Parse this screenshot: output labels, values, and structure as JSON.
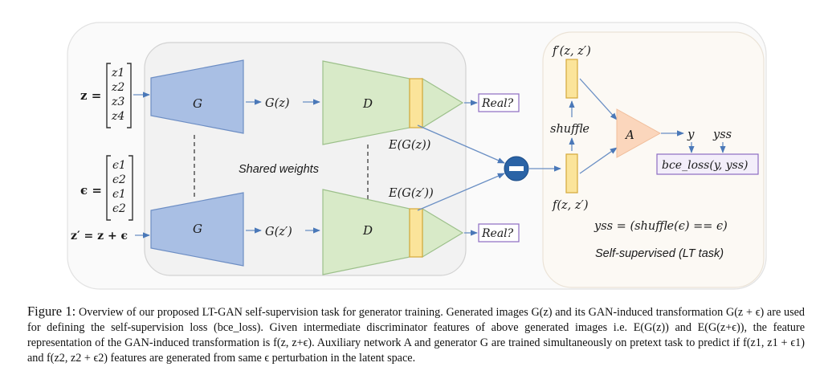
{
  "inputs": {
    "z_label": "z =",
    "z_entries": [
      "z1",
      "z2",
      "z3",
      "z4"
    ],
    "eps_label": "ϵ =",
    "eps_entries": [
      "ϵ1",
      "ϵ2",
      "ϵ1",
      "ϵ2"
    ],
    "zprime_label": "z′ = z + ϵ"
  },
  "gan": {
    "generator_label": "G",
    "discriminator_label": "D",
    "g_output_top": "G(z)",
    "g_output_bottom": "G(z′)",
    "real_top": "Real?",
    "real_bottom": "Real?",
    "feature_top": "E(G(z))",
    "feature_bottom": "E(G(z′))",
    "shared_weights": "Shared weights"
  },
  "ss": {
    "f_top": "f′(z, z′)",
    "shuffle": "shuffle",
    "f_bottom": "f(z, z′)",
    "aux_label": "A",
    "y_label": "y",
    "yss_label": "yss",
    "loss_label": "bce_loss(y, yss)",
    "yss_formula": "yss = (shuffle(ϵ) == ϵ)",
    "title": "Self-supervised (LT task)"
  },
  "caption": {
    "figure_label": "Figure 1:",
    "text": "Overview of our proposed LT-GAN self-supervision task for generator training. Generated images G(z) and its GAN-induced transformation G(z + ϵ) are used for defining the self-supervision loss (bce_loss). Given intermediate discriminator features of above generated images i.e. E(G(z)) and E(G(z+ϵ)), the feature representation of the GAN-induced transformation is f(z, z+ϵ). Auxiliary network A and generator G are trained simultaneously on pretext task to predict if f(z1, z1 + ϵ1) and f(z2, z2 + ϵ2) features are generated from same ϵ perturbation in the latent space."
  },
  "colors": {
    "generator_fill": "#a9bfe4",
    "discriminator_fill": "#d8eac8",
    "feature_fill": "#fbe49a",
    "aux_fill": "#fbd6bc",
    "minus_fill": "#2a63a6",
    "label_box_border": "#8d6cc2"
  }
}
